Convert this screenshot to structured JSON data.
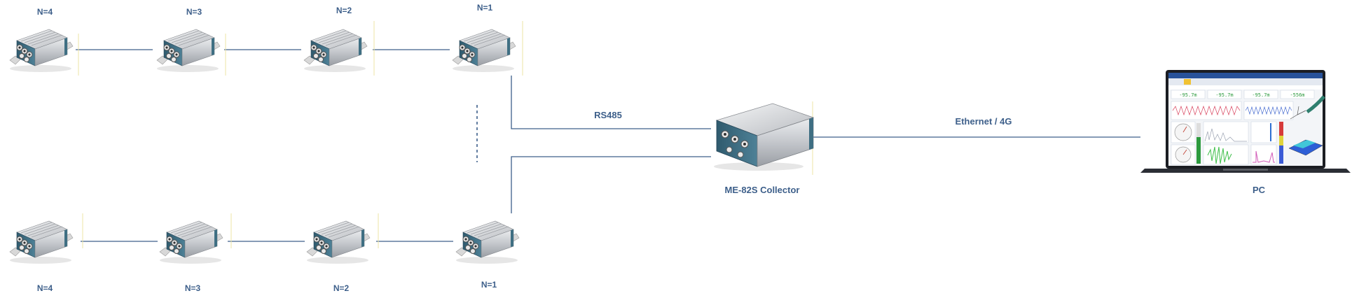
{
  "colors": {
    "label": "#3d5f8a",
    "line": "#3d5f8a",
    "device_body": "#c9ccd1",
    "device_cap": "#3f6f83"
  },
  "chain_top": {
    "nodes": [
      {
        "label": "N=4"
      },
      {
        "label": "N=3"
      },
      {
        "label": "N=2"
      },
      {
        "label": "N=1"
      }
    ]
  },
  "chain_bottom": {
    "nodes": [
      {
        "label": "N=4"
      },
      {
        "label": "N=3"
      },
      {
        "label": "N=2"
      },
      {
        "label": "N=1"
      }
    ]
  },
  "links": {
    "rs485": "RS485",
    "ethernet": "Ethernet / 4G"
  },
  "collector": {
    "label": "ME-82S Collector"
  },
  "pc": {
    "label": "PC"
  },
  "screen_values": [
    "-95.7m",
    "-95.7m",
    "-95.7m",
    "-556m"
  ]
}
